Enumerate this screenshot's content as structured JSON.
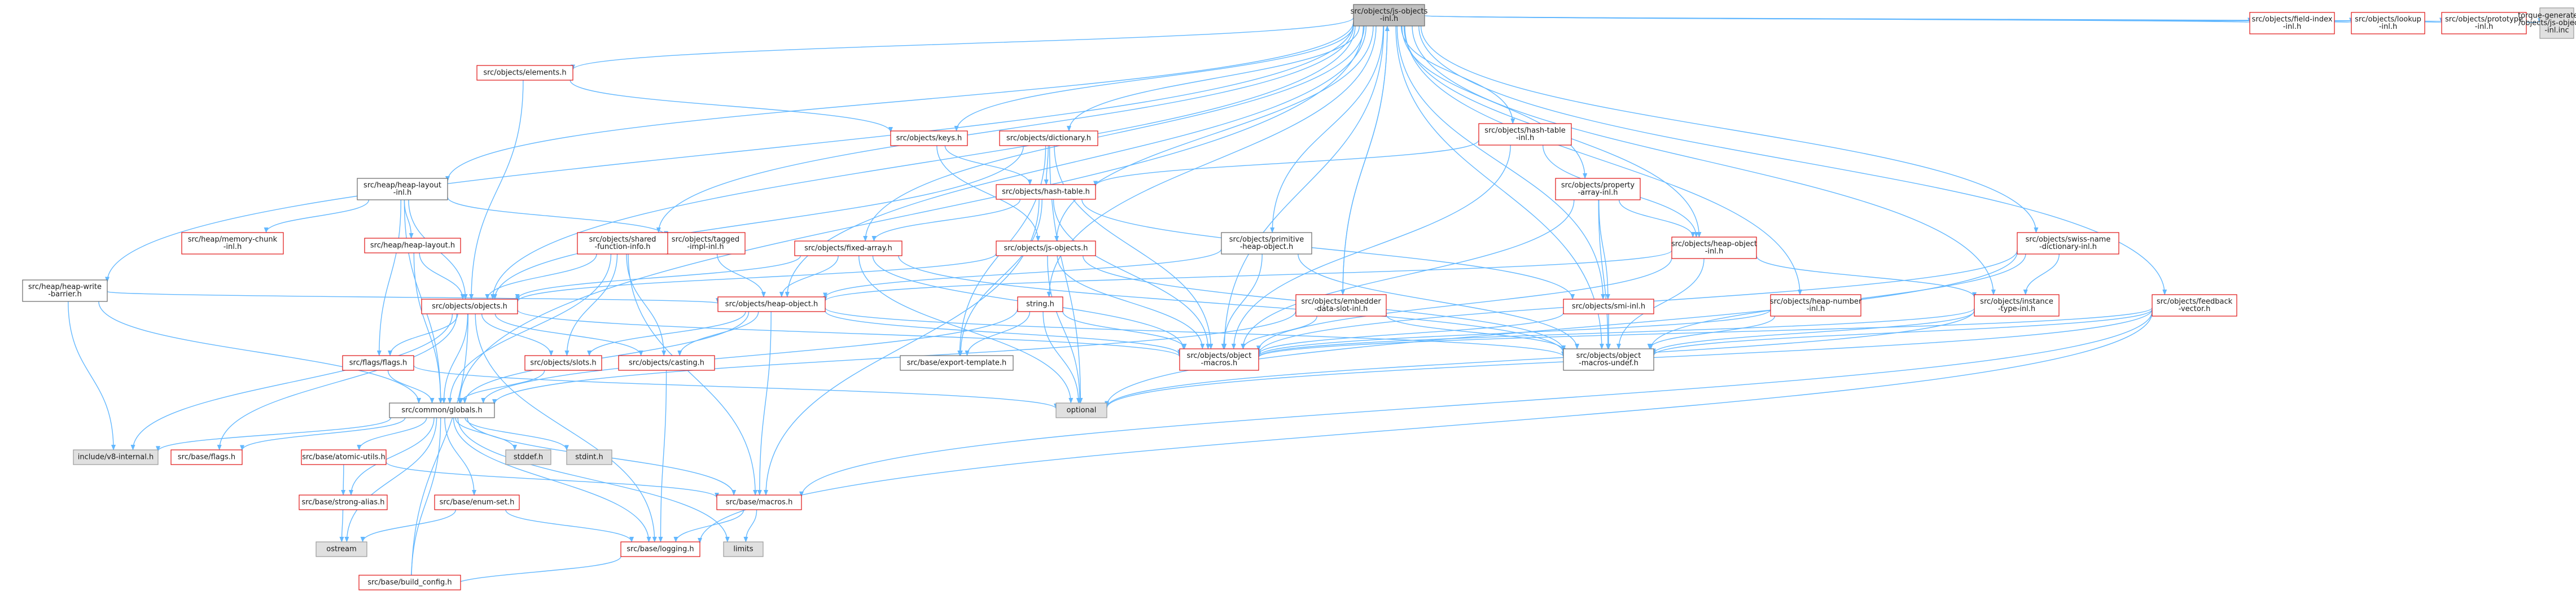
{
  "colors": {
    "edge": "#63b8ff",
    "border_red": "#e01010",
    "border_gray": "#999999",
    "border_root": "#666666",
    "fill_white": "#ffffff",
    "fill_gray": "#e0e0e0",
    "fill_root": "#bfbfbf"
  },
  "nodes": [
    {
      "id": "root",
      "lines": [
        "src/objects/js-objects",
        "-inl.h"
      ],
      "kind": "root"
    },
    {
      "id": "elements",
      "lines": [
        "src/objects/elements.h"
      ],
      "kind": "red"
    },
    {
      "id": "keys",
      "lines": [
        "src/objects/keys.h"
      ],
      "kind": "red"
    },
    {
      "id": "dictionary",
      "lines": [
        "src/objects/dictionary.h"
      ],
      "kind": "red"
    },
    {
      "id": "hashtableinl",
      "lines": [
        "src/objects/hash-table",
        "-inl.h"
      ],
      "kind": "red"
    },
    {
      "id": "fieldindex",
      "lines": [
        "src/objects/field-index",
        "-inl.h"
      ],
      "kind": "red"
    },
    {
      "id": "lookup",
      "lines": [
        "src/objects/lookup",
        "-inl.h"
      ],
      "kind": "red"
    },
    {
      "id": "prototype",
      "lines": [
        "src/objects/prototype",
        "-inl.h"
      ],
      "kind": "red"
    },
    {
      "id": "torque",
      "lines": [
        "torque-generated/src",
        "/objects/js-objects-tq",
        "-inl.inc"
      ],
      "kind": "gray"
    },
    {
      "id": "heaplayoutinl",
      "lines": [
        "src/heap/heap-layout",
        "-inl.h"
      ],
      "kind": "white"
    },
    {
      "id": "memchunk",
      "lines": [
        "src/heap/memory-chunk",
        "-inl.h"
      ],
      "kind": "red"
    },
    {
      "id": "hashtable",
      "lines": [
        "src/objects/hash-table.h"
      ],
      "kind": "red"
    },
    {
      "id": "propertyarray",
      "lines": [
        "src/objects/property",
        "-array-inl.h"
      ],
      "kind": "red"
    },
    {
      "id": "heaplayout",
      "lines": [
        "src/heap/heap-layout.h"
      ],
      "kind": "red"
    },
    {
      "id": "taggedimpl",
      "lines": [
        "src/objects/tagged",
        "-impl-inl.h"
      ],
      "kind": "red"
    },
    {
      "id": "sharedfi",
      "lines": [
        "src/objects/shared",
        "-function-info.h"
      ],
      "kind": "red"
    },
    {
      "id": "fixedarray",
      "lines": [
        "src/objects/fixed-array.h"
      ],
      "kind": "red"
    },
    {
      "id": "jsobjects",
      "lines": [
        "src/objects/js-objects.h"
      ],
      "kind": "red"
    },
    {
      "id": "primheap",
      "lines": [
        "src/objects/primitive",
        "-heap-object.h"
      ],
      "kind": "white"
    },
    {
      "id": "heapobjectinl",
      "lines": [
        "src/objects/heap-object",
        "-inl.h"
      ],
      "kind": "red"
    },
    {
      "id": "swissname",
      "lines": [
        "src/objects/swiss-name",
        "-dictionary-inl.h"
      ],
      "kind": "red"
    },
    {
      "id": "writebarrier",
      "lines": [
        "src/heap/heap-write",
        "-barrier.h"
      ],
      "kind": "white"
    },
    {
      "id": "objects",
      "lines": [
        "src/objects/objects.h"
      ],
      "kind": "red"
    },
    {
      "id": "heapobject",
      "lines": [
        "src/objects/heap-object.h"
      ],
      "kind": "red"
    },
    {
      "id": "stringh",
      "lines": [
        "string.h"
      ],
      "kind": "red"
    },
    {
      "id": "embedder",
      "lines": [
        "src/objects/embedder",
        "-data-slot-inl.h"
      ],
      "kind": "red"
    },
    {
      "id": "smiinl",
      "lines": [
        "src/objects/smi-inl.h"
      ],
      "kind": "red"
    },
    {
      "id": "heapnumber",
      "lines": [
        "src/objects/heap-number",
        "-inl.h"
      ],
      "kind": "red"
    },
    {
      "id": "instancetype",
      "lines": [
        "src/objects/instance",
        "-type-inl.h"
      ],
      "kind": "red"
    },
    {
      "id": "feedback",
      "lines": [
        "src/objects/feedback",
        "-vector.h"
      ],
      "kind": "red"
    },
    {
      "id": "flags",
      "lines": [
        "src/flags/flags.h"
      ],
      "kind": "red"
    },
    {
      "id": "slots",
      "lines": [
        "src/objects/slots.h"
      ],
      "kind": "red"
    },
    {
      "id": "casting",
      "lines": [
        "src/objects/casting.h"
      ],
      "kind": "red"
    },
    {
      "id": "exporttemplate",
      "lines": [
        "src/base/export-template.h"
      ],
      "kind": "white"
    },
    {
      "id": "objmacros",
      "lines": [
        "src/objects/object",
        "-macros.h"
      ],
      "kind": "red"
    },
    {
      "id": "objmacrosundef",
      "lines": [
        "src/objects/object",
        "-macros-undef.h"
      ],
      "kind": "white"
    },
    {
      "id": "globals",
      "lines": [
        "src/common/globals.h"
      ],
      "kind": "white"
    },
    {
      "id": "optional",
      "lines": [
        "optional"
      ],
      "kind": "gray"
    },
    {
      "id": "v8internal",
      "lines": [
        "include/v8-internal.h"
      ],
      "kind": "gray"
    },
    {
      "id": "baseflags",
      "lines": [
        "src/base/flags.h"
      ],
      "kind": "red"
    },
    {
      "id": "atomicutils",
      "lines": [
        "src/base/atomic-utils.h"
      ],
      "kind": "red"
    },
    {
      "id": "stddef",
      "lines": [
        "stddef.h"
      ],
      "kind": "gray"
    },
    {
      "id": "stdint",
      "lines": [
        "stdint.h"
      ],
      "kind": "gray"
    },
    {
      "id": "strongalias",
      "lines": [
        "src/base/strong-alias.h"
      ],
      "kind": "red"
    },
    {
      "id": "basemacros",
      "lines": [
        "src/base/macros.h"
      ],
      "kind": "red"
    },
    {
      "id": "enumset",
      "lines": [
        "src/base/enum-set.h"
      ],
      "kind": "red"
    },
    {
      "id": "ostream",
      "lines": [
        "ostream"
      ],
      "kind": "gray"
    },
    {
      "id": "limits",
      "lines": [
        "limits"
      ],
      "kind": "gray"
    },
    {
      "id": "logging",
      "lines": [
        "src/base/logging.h"
      ],
      "kind": "red"
    },
    {
      "id": "buildconfig",
      "lines": [
        "src/base/build_config.h"
      ],
      "kind": "red"
    }
  ],
  "edges": [
    [
      "root",
      "elements"
    ],
    [
      "root",
      "keys"
    ],
    [
      "root",
      "dictionary"
    ],
    [
      "root",
      "hashtableinl"
    ],
    [
      "root",
      "fieldindex"
    ],
    [
      "root",
      "lookup"
    ],
    [
      "root",
      "prototype"
    ],
    [
      "root",
      "torque"
    ],
    [
      "root",
      "heaplayoutinl"
    ],
    [
      "root",
      "writebarrier"
    ],
    [
      "root",
      "globals"
    ],
    [
      "root",
      "sharedfi"
    ],
    [
      "root",
      "fixedarray"
    ],
    [
      "root",
      "jsobjects"
    ],
    [
      "root",
      "primheap"
    ],
    [
      "root",
      "heapobjectinl"
    ],
    [
      "root",
      "propertyarray"
    ],
    [
      "root",
      "stringh"
    ],
    [
      "root",
      "embedder"
    ],
    [
      "root",
      "smiinl"
    ],
    [
      "root",
      "heapnumber"
    ],
    [
      "root",
      "instancetype"
    ],
    [
      "root",
      "swissname"
    ],
    [
      "root",
      "feedback"
    ],
    [
      "root",
      "objmacros"
    ],
    [
      "root",
      "objmacrosundef"
    ],
    [
      "root",
      "heapobject"
    ],
    [
      "root",
      "objects"
    ],
    [
      "elements",
      "keys"
    ],
    [
      "elements",
      "objects"
    ],
    [
      "keys",
      "hashtable"
    ],
    [
      "keys",
      "jsobjects"
    ],
    [
      "dictionary",
      "hashtable"
    ],
    [
      "dictionary",
      "objects"
    ],
    [
      "dictionary",
      "optional"
    ],
    [
      "dictionary",
      "objmacros"
    ],
    [
      "dictionary",
      "exporttemplate"
    ],
    [
      "hashtableinl",
      "hashtable"
    ],
    [
      "hashtableinl",
      "heapobjectinl"
    ],
    [
      "hashtableinl",
      "objmacros"
    ],
    [
      "hashtable",
      "fixedarray"
    ],
    [
      "hashtable",
      "exporttemplate"
    ],
    [
      "hashtable",
      "objmacros"
    ],
    [
      "hashtable",
      "smiinl"
    ],
    [
      "hashtable",
      "basemacros"
    ],
    [
      "heaplayoutinl",
      "memchunk"
    ],
    [
      "heaplayoutinl",
      "heaplayout"
    ],
    [
      "heaplayoutinl",
      "taggedimpl"
    ],
    [
      "heaplayoutinl",
      "flags"
    ],
    [
      "heaplayoutinl",
      "objects"
    ],
    [
      "heaplayoutinl",
      "globals"
    ],
    [
      "heaplayout",
      "globals"
    ],
    [
      "heaplayout",
      "objects"
    ],
    [
      "taggedimpl",
      "heapobject"
    ],
    [
      "sharedfi",
      "objects"
    ],
    [
      "sharedfi",
      "slots"
    ],
    [
      "sharedfi",
      "casting"
    ],
    [
      "sharedfi",
      "globals"
    ],
    [
      "sharedfi",
      "basemacros"
    ],
    [
      "fixedarray",
      "heapobject"
    ],
    [
      "fixedarray",
      "objmacros"
    ],
    [
      "fixedarray",
      "objects"
    ],
    [
      "fixedarray",
      "optional"
    ],
    [
      "fixedarray",
      "objmacrosundef"
    ],
    [
      "jsobjects",
      "objects"
    ],
    [
      "jsobjects",
      "objmacros"
    ],
    [
      "jsobjects",
      "objmacrosundef"
    ],
    [
      "jsobjects",
      "optional"
    ],
    [
      "primheap",
      "heapobject"
    ],
    [
      "primheap",
      "objmacros"
    ],
    [
      "primheap",
      "objmacrosundef"
    ],
    [
      "heapobjectinl",
      "heapobject"
    ],
    [
      "heapobjectinl",
      "instancetype"
    ],
    [
      "heapobjectinl",
      "objmacros"
    ],
    [
      "heapobjectinl",
      "objmacrosundef"
    ],
    [
      "propertyarray",
      "heapobjectinl"
    ],
    [
      "propertyarray",
      "smiinl"
    ],
    [
      "propertyarray",
      "objmacros"
    ],
    [
      "propertyarray",
      "objmacrosundef"
    ],
    [
      "swissname",
      "instancetype"
    ],
    [
      "swissname",
      "objmacros"
    ],
    [
      "swissname",
      "objmacrosundef"
    ],
    [
      "swissname",
      "optional"
    ],
    [
      "writebarrier",
      "v8internal"
    ],
    [
      "writebarrier",
      "globals"
    ],
    [
      "writebarrier",
      "heapobject"
    ],
    [
      "objects",
      "flags"
    ],
    [
      "objects",
      "slots"
    ],
    [
      "objects",
      "casting"
    ],
    [
      "objects",
      "v8internal"
    ],
    [
      "objects",
      "baseflags"
    ],
    [
      "objects",
      "buildconfig"
    ],
    [
      "objects",
      "logging"
    ],
    [
      "objects",
      "globals"
    ],
    [
      "objects",
      "objmacros"
    ],
    [
      "heapobject",
      "globals"
    ],
    [
      "heapobject",
      "casting"
    ],
    [
      "heapobject",
      "slots"
    ],
    [
      "heapobject",
      "objmacros"
    ],
    [
      "heapobject",
      "objmacrosundef"
    ],
    [
      "heapobject",
      "basemacros"
    ],
    [
      "stringh",
      "exporttemplate"
    ],
    [
      "stringh",
      "optional"
    ],
    [
      "stringh",
      "objmacros"
    ],
    [
      "stringh",
      "globals"
    ],
    [
      "embedder",
      "objmacros"
    ],
    [
      "embedder",
      "objmacrosundef"
    ],
    [
      "embedder",
      "globals"
    ],
    [
      "embedder",
      "root"
    ],
    [
      "smiinl",
      "objmacros"
    ],
    [
      "smiinl",
      "objmacrosundef"
    ],
    [
      "heapnumber",
      "objmacros"
    ],
    [
      "heapnumber",
      "objmacrosundef"
    ],
    [
      "instancetype",
      "objmacros"
    ],
    [
      "instancetype",
      "objmacrosundef"
    ],
    [
      "instancetype",
      "optional"
    ],
    [
      "feedback",
      "optional"
    ],
    [
      "feedback",
      "objmacros"
    ],
    [
      "feedback",
      "objmacrosundef"
    ],
    [
      "feedback",
      "basemacros"
    ],
    [
      "feedback",
      "logging"
    ],
    [
      "flags",
      "globals"
    ],
    [
      "flags",
      "optional"
    ],
    [
      "slots",
      "globals"
    ],
    [
      "casting",
      "logging"
    ],
    [
      "globals",
      "v8internal"
    ],
    [
      "globals",
      "baseflags"
    ],
    [
      "globals",
      "atomicutils"
    ],
    [
      "globals",
      "stddef"
    ],
    [
      "globals",
      "stdint"
    ],
    [
      "globals",
      "strongalias"
    ],
    [
      "globals",
      "basemacros"
    ],
    [
      "globals",
      "enumset"
    ],
    [
      "globals",
      "ostream"
    ],
    [
      "globals",
      "limits"
    ],
    [
      "globals",
      "logging"
    ],
    [
      "globals",
      "buildconfig"
    ],
    [
      "atomicutils",
      "strongalias"
    ],
    [
      "atomicutils",
      "basemacros"
    ],
    [
      "strongalias",
      "ostream"
    ],
    [
      "enumset",
      "ostream"
    ],
    [
      "enumset",
      "logging"
    ],
    [
      "basemacros",
      "limits"
    ],
    [
      "basemacros",
      "logging"
    ],
    [
      "logging",
      "buildconfig"
    ]
  ]
}
